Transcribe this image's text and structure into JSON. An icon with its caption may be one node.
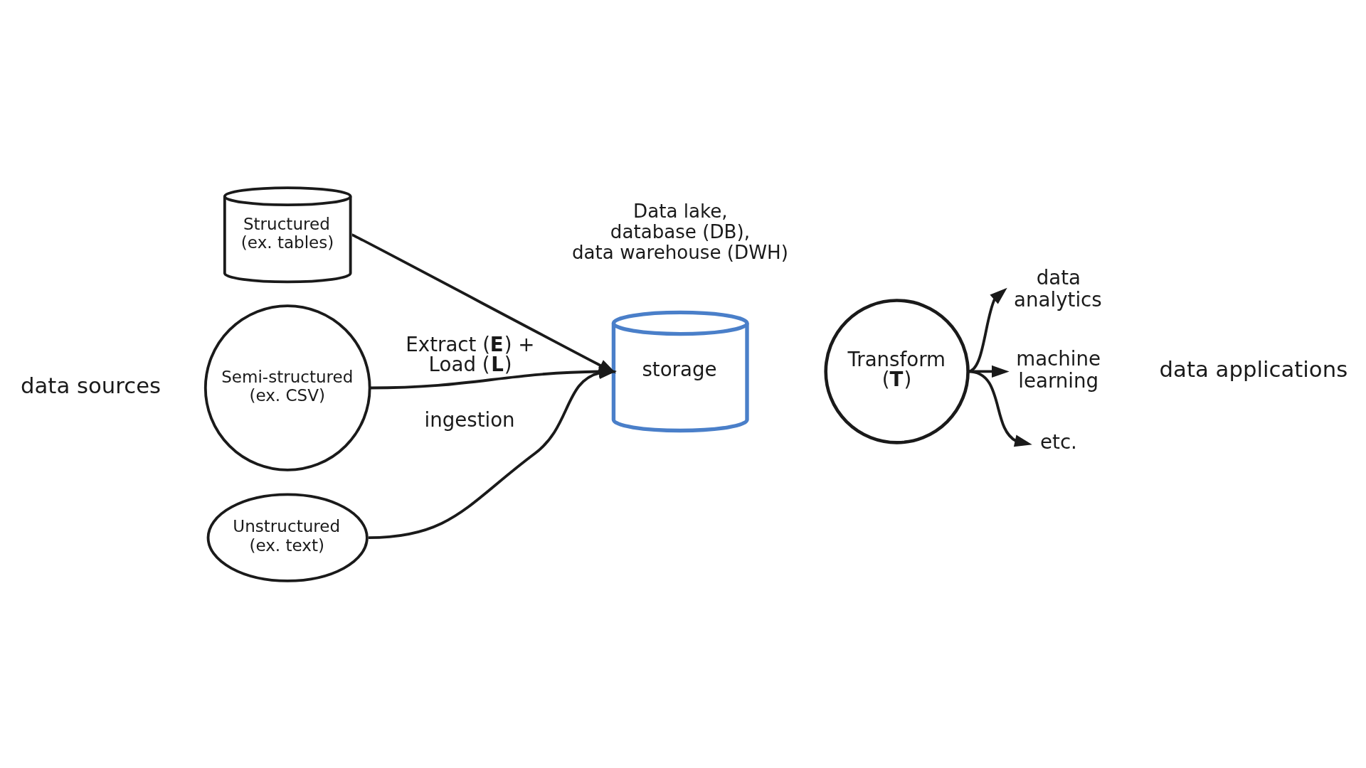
{
  "diagram": {
    "nodes": [
      {
        "text": [
          "Structured (ex. tables)"
        ]
      },
      {
        "text": [
          "Semi-structured (ex. CSV)"
        ]
      },
      {
        "text": [
          "Unstructured (ex. text)"
        ]
      },
      {
        "text": [
          "storage"
        ],
        "beside": [
          "Data lake, database (DB), data warehouse (DWH)"
        ]
      },
      {
        "text": [
          "Transform (**T**)"
        ]
      },
      {
        "text": [
          "data analytics"
        ]
      },
      {
        "text": [
          "machine learning"
        ]
      },
      {
        "text": [
          "etc."
        ]
      }
    ],
    "edges": [
      {
        "from": 0,
        "to": 3,
        "arrow": "to"
      },
      {
        "from": 1,
        "to": 3,
        "arrow": "to",
        "label": "Extract (**E**) + Load (**L**)"
      },
      {
        "from": 2,
        "to": 3,
        "arrow": "to"
      },
      {
        "from": 4,
        "to": 5,
        "arrow": "to"
      },
      {
        "from": 4,
        "to": 6,
        "arrow": "to"
      },
      {
        "from": 4,
        "to": 7,
        "arrow": "to"
      }
    ],
    "labels": [
      "data sources",
      "ingestion",
      "data applications"
    ]
  }
}
